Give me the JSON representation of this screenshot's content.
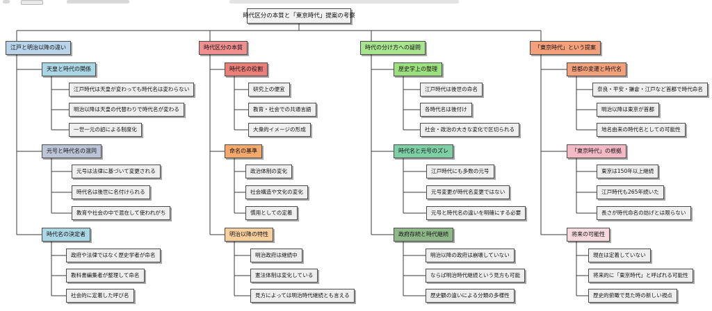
{
  "root": {
    "title": "時代区分の本質と「東京時代」提案の考察"
  },
  "columns": [
    {
      "title": "江戸と明治以降の違い",
      "color": "#b9d3e9",
      "groups": [
        {
          "title": "天皇と時代の関係",
          "color": "#abd6e3",
          "items": [
            "江戸時代は天皇が変わっても時代名は変わらない",
            "明治以降は天皇の代替わりで時代名が変わる",
            "一世一元の詔による制度化"
          ]
        },
        {
          "title": "元号と時代名の混同",
          "color": "#bcc5d8",
          "items": [
            "元号は法律に基づいて変更される",
            "時代名は後世に名付けられる",
            "教育や社会の中で混在して使われがち"
          ]
        },
        {
          "title": "時代名の決定者",
          "color": "#abd6e3",
          "items": [
            "政府や法律ではなく歴史学者が命名",
            "教科書編集者が整理して命名",
            "社会的に定着した呼び名"
          ]
        }
      ]
    },
    {
      "title": "時代区分の本質",
      "color": "#ef8f8f",
      "groups": [
        {
          "title": "時代名の役割",
          "color": "#e97f78",
          "items": [
            "研究上の便宜",
            "教育・社会での共通言語",
            "大衆的イメージの形成"
          ]
        },
        {
          "title": "命名の基準",
          "color": "#f3a96c",
          "items": [
            "政治体制の変化",
            "社会構造や文化の変化",
            "慣用としての定着"
          ]
        },
        {
          "title": "明治以降の特性",
          "color": "#f7cf9e",
          "items": [
            "明治政府は継続中",
            "憲法体制は変化している",
            "見方によっては明治時代継続とも言える"
          ]
        }
      ]
    },
    {
      "title": "時代の分け方への疑問",
      "color": "#a9e48f",
      "groups": [
        {
          "title": "歴史学上の整理",
          "color": "#9de07f",
          "items": [
            "江戸時代は後世の命名",
            "各時代名は後付け",
            "社会・政治の大きな変化で区切られる"
          ]
        },
        {
          "title": "時代名と元号のズレ",
          "color": "#7fcfa6",
          "items": [
            "江戸時代にも多数の元号",
            "元号変更が時代名変更ではない",
            "元号と時代名の違いを明確にする必要"
          ]
        },
        {
          "title": "政府存続と時代継続",
          "color": "#8fb889",
          "items": [
            "明治以降の政府は崩壊していない",
            "ならば明治時代継続という見方も可能",
            "歴史観の違いによる分類の多様性"
          ]
        }
      ]
    },
    {
      "title": "「東京時代」という提案",
      "color": "#f4a07a",
      "groups": [
        {
          "title": "首都の変遷と時代名",
          "color": "#f3a17c",
          "items": [
            "奈良・平安・鎌倉・江戸など首都で時代命名",
            "明治以降は東京が首都",
            "地名由来の時代名としての可能性"
          ]
        },
        {
          "title": "「東京時代」の根拠",
          "color": "#f3b9c4",
          "items": [
            "東京は150年以上継続",
            "江戸時代も265年続いた",
            "長さが時代命名の妨げとは限らない"
          ]
        },
        {
          "title": "将来の可能性",
          "color": "#f8d9e0",
          "items": [
            "現在は定着していない",
            "将来的に「東京時代」と呼ばれる可能性",
            "歴史的俯瞰で見た時の新しい視点"
          ]
        }
      ]
    }
  ]
}
